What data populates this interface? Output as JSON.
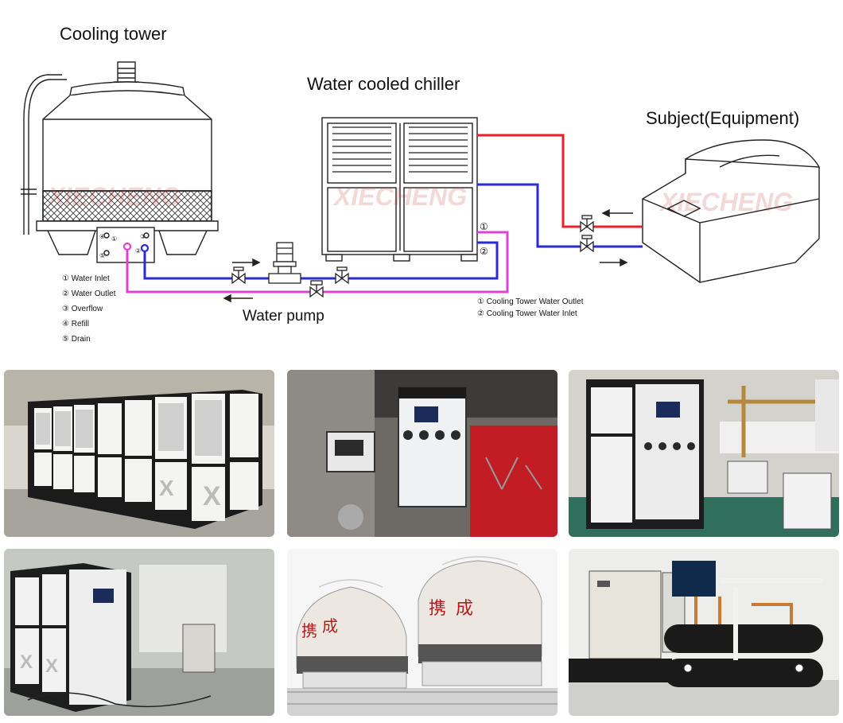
{
  "labels": {
    "cooling_tower": "Cooling tower",
    "chiller": "Water cooled chiller",
    "subject": "Subject(Equipment)",
    "water_pump": "Water pump"
  },
  "tower_legend": [
    {
      "num": "①",
      "text": "Water Inlet"
    },
    {
      "num": "②",
      "text": "Water Outlet"
    },
    {
      "num": "③",
      "text": "Overflow"
    },
    {
      "num": "④",
      "text": "Refill"
    },
    {
      "num": "⑤",
      "text": "Drain"
    }
  ],
  "chiller_ports": [
    "①",
    "②"
  ],
  "chiller_legend": [
    {
      "num": "①",
      "text": "Cooling Tower Water Outlet"
    },
    {
      "num": "②",
      "text": "Cooling Tower Water Inlet"
    }
  ],
  "watermark": "XIECHENG",
  "tower_photo_chars": [
    "携",
    "成",
    "携",
    "成"
  ],
  "colors": {
    "hot_pipe": "#e8202a",
    "cold_pipe": "#2b2bd6",
    "tower_pipe": "#e040d8",
    "line": "#222222"
  },
  "photos": [
    {
      "name": "photo-air-cooled-chiller-large"
    },
    {
      "name": "photo-chiller-exhibition"
    },
    {
      "name": "photo-chiller-installation"
    },
    {
      "name": "photo-chiller-workshop"
    },
    {
      "name": "photo-cooling-towers"
    },
    {
      "name": "photo-screw-chiller"
    }
  ]
}
